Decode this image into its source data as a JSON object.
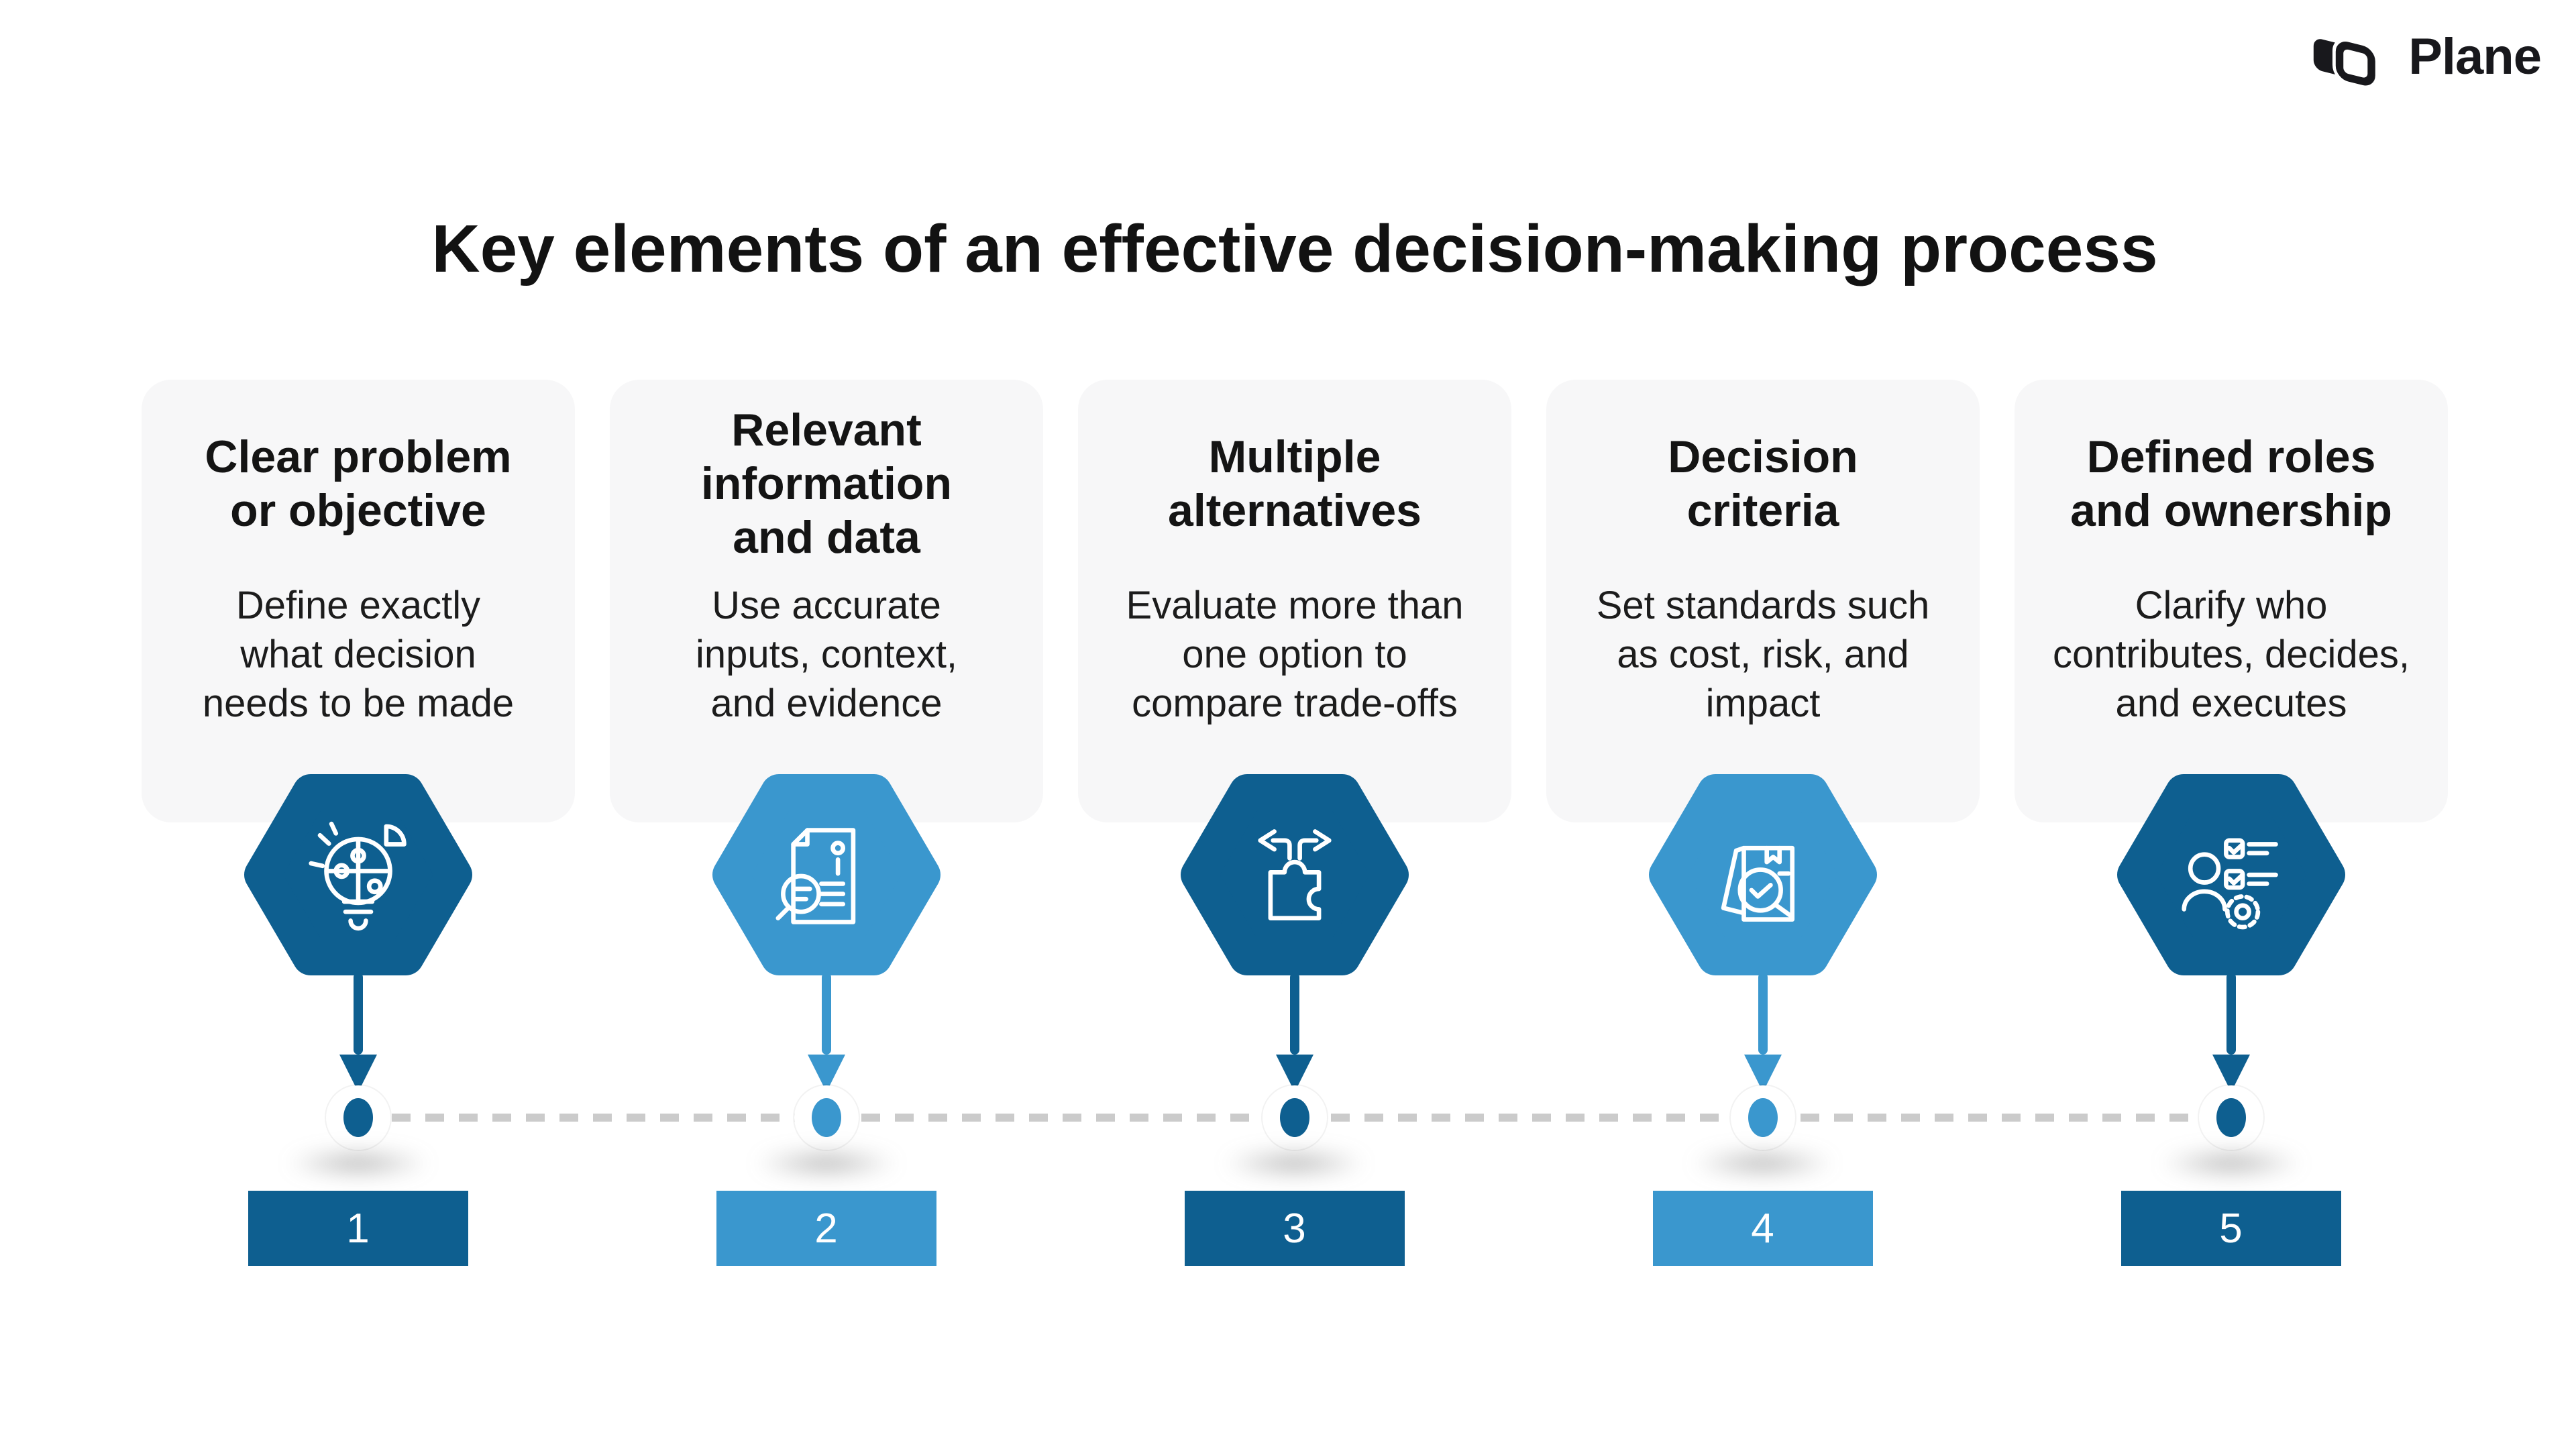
{
  "logo": {
    "text": "Plane",
    "color": "#18181c"
  },
  "title": {
    "text": "Key elements of an effective decision-making process",
    "color": "#121212"
  },
  "colors": {
    "dark_blue": "#0e5f90",
    "light_blue": "#3a97ce",
    "card_bg": "#f7f7f8",
    "dash_gray": "#cbcbcb",
    "body_text": "#1c1c1c",
    "logo_color": "#18181c",
    "title_color": "#121212"
  },
  "steps": [
    {
      "number": "1",
      "tone": "dark",
      "icon": "lightbulb-puzzle-icon",
      "heading_lines": [
        "Clear problem",
        "or objective"
      ],
      "body_lines": [
        "Define exactly",
        "what decision",
        "needs to be made"
      ]
    },
    {
      "number": "2",
      "tone": "light",
      "icon": "document-info-magnifier-icon",
      "heading_lines": [
        "Relevant",
        "information",
        "and data"
      ],
      "body_lines": [
        "Use accurate",
        "inputs, context,",
        "and evidence"
      ]
    },
    {
      "number": "3",
      "tone": "dark",
      "icon": "puzzle-arrows-icon",
      "heading_lines": [
        "Multiple",
        "alternatives"
      ],
      "body_lines": [
        "Evaluate more than",
        "one option to",
        "compare trade-offs"
      ]
    },
    {
      "number": "4",
      "tone": "light",
      "icon": "document-check-magnifier-icon",
      "heading_lines": [
        "Decision",
        "criteria"
      ],
      "body_lines": [
        "Set standards such",
        "as cost, risk, and",
        "impact"
      ]
    },
    {
      "number": "5",
      "tone": "dark",
      "icon": "person-checklist-gear-icon",
      "heading_lines": [
        "Defined roles",
        "and ownership"
      ],
      "body_lines": [
        "Clarify who",
        "contributes, decides,",
        "and executes"
      ]
    }
  ]
}
